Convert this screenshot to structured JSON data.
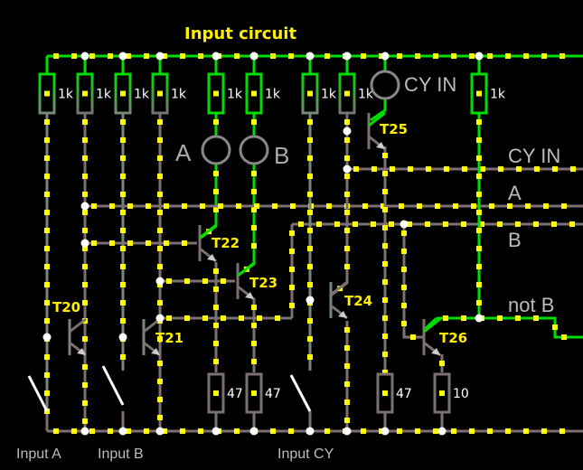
{
  "title": "Input circuit",
  "colors": {
    "background": "#000000",
    "wire_high": "#00dd00",
    "wire_low": "#7d7070",
    "wire_mid": "#778877",
    "dot": "#ffff00",
    "node": "#ffffff",
    "label_yellow": "#ffee00",
    "label_gray": "#bbbbbb"
  },
  "resistors": [
    {
      "id": "R1",
      "value": "1k"
    },
    {
      "id": "R2",
      "value": "1k"
    },
    {
      "id": "R3",
      "value": "1k"
    },
    {
      "id": "R4",
      "value": "1k"
    },
    {
      "id": "R5",
      "value": "1k"
    },
    {
      "id": "R6",
      "value": "1k"
    },
    {
      "id": "R7",
      "value": "1k"
    },
    {
      "id": "R8",
      "value": "1k"
    },
    {
      "id": "R9",
      "value": "1k"
    },
    {
      "id": "R10",
      "value": "47"
    },
    {
      "id": "R11",
      "value": "47"
    },
    {
      "id": "R12",
      "value": "47"
    },
    {
      "id": "R13",
      "value": "10"
    }
  ],
  "transistors": [
    "T20",
    "T21",
    "T22",
    "T23",
    "T24",
    "T25",
    "T26"
  ],
  "lamps": [
    {
      "label": "A"
    },
    {
      "label": "B"
    },
    {
      "label": "CY IN"
    }
  ],
  "wire_labels": [
    "CY IN",
    "A",
    "B",
    "not B"
  ],
  "switches": [
    "Input A",
    "Input B",
    "Input CY"
  ]
}
